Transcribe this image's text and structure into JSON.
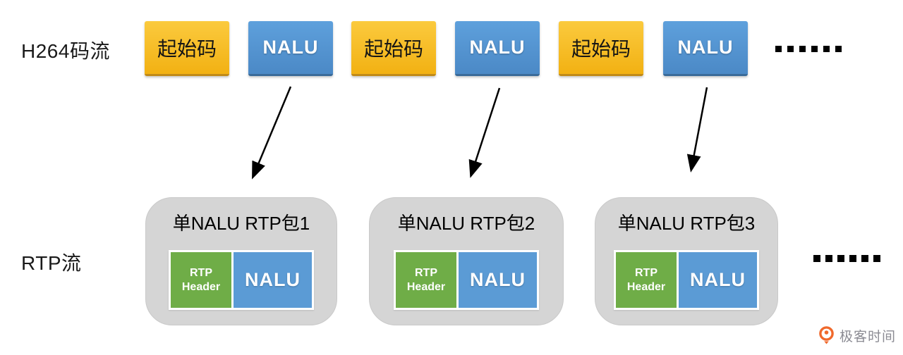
{
  "diagram": {
    "h264_label": "H264码流",
    "rtp_label": "RTP流",
    "top_blocks": [
      {
        "label": "起始码"
      },
      {
        "label": "NALU"
      },
      {
        "label": "起始码"
      },
      {
        "label": "NALU"
      },
      {
        "label": "起始码"
      },
      {
        "label": "NALU"
      }
    ],
    "top_ellipsis": "......",
    "bottom_ellipsis": "......",
    "packets": [
      {
        "title": "单NALU RTP包1",
        "header": "RTP Header",
        "payload": "NALU"
      },
      {
        "title": "单NALU RTP包2",
        "header": "RTP Header",
        "payload": "NALU"
      },
      {
        "title": "单NALU RTP包3",
        "header": "RTP Header",
        "payload": "NALU"
      }
    ]
  },
  "branding": {
    "logo_text": "极客时间"
  },
  "colors": {
    "start_code_yellow": "#F2B113",
    "nalu_blue": "#5B9BD5",
    "rtp_header_green": "#6FAD47",
    "packet_gray": "#D5D5D5",
    "logo_orange": "#F0692C",
    "arrow_black": "#000000"
  }
}
